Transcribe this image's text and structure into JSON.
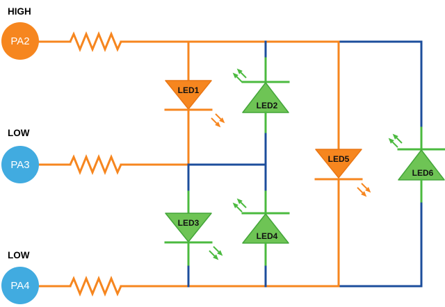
{
  "colors": {
    "orange": "#F6861F",
    "navy": "#1C4E9C",
    "green_lead": "#4BBA3F",
    "green_fill": "#6EC455",
    "green_stroke": "#43A539",
    "orange_stroke": "#E97615",
    "pin_blue": "#41ABE0",
    "label_text": "#000000",
    "bg": "#FFFFFF"
  },
  "pins": [
    {
      "label": "PA2",
      "state": "HIGH",
      "node_color": "orange"
    },
    {
      "label": "PA3",
      "state": "LOW",
      "node_color": "blue"
    },
    {
      "label": "PA4",
      "state": "LOW",
      "node_color": "blue"
    }
  ],
  "leds": [
    {
      "label": "LED1",
      "color": "orange",
      "direction": "down",
      "state": "on"
    },
    {
      "label": "LED2",
      "color": "green",
      "direction": "up",
      "state": "off"
    },
    {
      "label": "LED3",
      "color": "green",
      "direction": "down",
      "state": "off"
    },
    {
      "label": "LED4",
      "color": "green",
      "direction": "up",
      "state": "off"
    },
    {
      "label": "LED5",
      "color": "orange",
      "direction": "down",
      "state": "on"
    },
    {
      "label": "LED6",
      "color": "green",
      "direction": "up",
      "state": "off"
    }
  ]
}
